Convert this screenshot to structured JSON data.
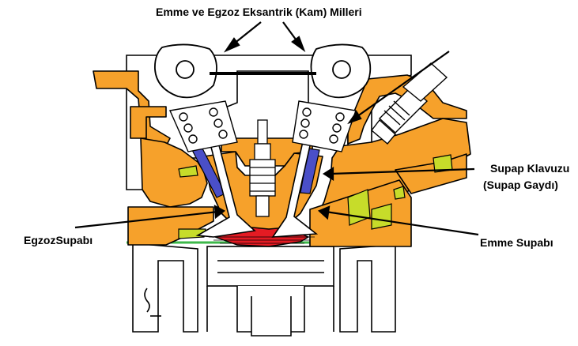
{
  "labels": {
    "camshafts": "Emme ve Egzoz Eksantrik (Kam) Milleri",
    "valve_guide_line1": "Supap Klavuzu",
    "valve_guide_line2": "(Supap Gaydı)",
    "exhaust_valve": "EgzozSupabı",
    "intake_valve": "Emme Supabı"
  },
  "colors": {
    "head_casting": "#f6a12b",
    "combustion_chamber": "#e41b23",
    "valve_guide": "#4a4fc8",
    "water_jacket": "#c7dc2a",
    "outline": "#000000",
    "head_gasket": "#3db84a"
  }
}
